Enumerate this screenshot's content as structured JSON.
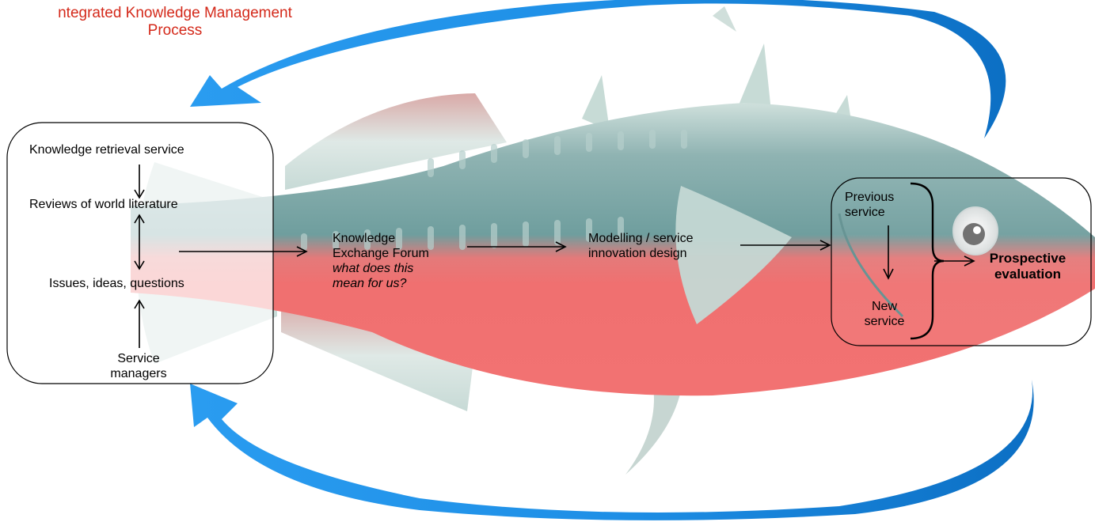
{
  "title": {
    "line1": "ntegrated Knowledge Management",
    "line2": "Process"
  },
  "left_box": {
    "retrieval": "Knowledge retrieval service",
    "reviews": "Reviews of world literature",
    "issues": "Issues, ideas, questions",
    "managers_line1": "Service",
    "managers_line2": "managers"
  },
  "forum": {
    "line1": "Knowledge",
    "line2": "Exchange Forum",
    "question_line1": "what does this",
    "question_line2": "mean for us?"
  },
  "modelling": {
    "line1": "Modelling / service",
    "line2": "innovation design"
  },
  "right_box": {
    "previous_line1": "Previous",
    "previous_line2": "service",
    "new_line1": "New",
    "new_line2": "service",
    "evaluation_line1": "Prospective",
    "evaluation_line2": "evaluation"
  },
  "colors": {
    "title": "#d4291a",
    "cycle_arrow": "#1a8ae6",
    "fish_back": "#7fa9a9",
    "fish_belly": "#f07070",
    "fin": "#c9dcd8"
  },
  "icons": {
    "background": "fish-illustration",
    "cycle": "curved-arrow"
  }
}
